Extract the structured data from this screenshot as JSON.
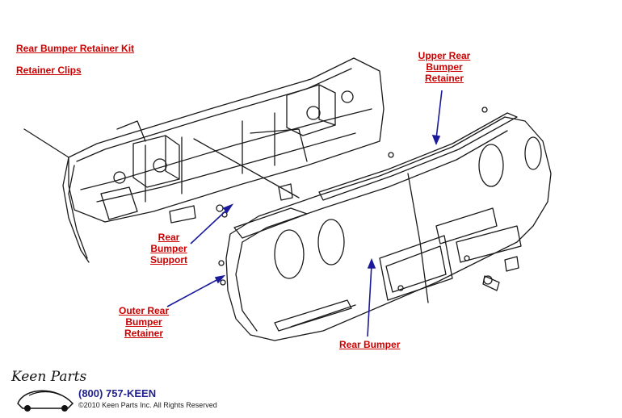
{
  "labels": {
    "kit": "Rear Bumper Retainer Kit",
    "clips": "Retainer Clips",
    "upper": [
      "Upper Rear",
      "Bumper",
      "Retainer"
    ],
    "support": [
      "Rear",
      "Bumper",
      "Support"
    ],
    "outer": [
      "Outer Rear",
      "Bumper",
      "Retainer"
    ],
    "bumper": "Rear Bumper"
  },
  "footer": {
    "logo": "Keen Parts",
    "phone": "(800) 757-KEEN",
    "copyright": "©2010 Keen Parts Inc. All Rights Reserved"
  },
  "colors": {
    "link": "#cc0000",
    "leader": "#1a1a9a",
    "phone": "#1f1f8f",
    "line": "#1a1a1a"
  }
}
